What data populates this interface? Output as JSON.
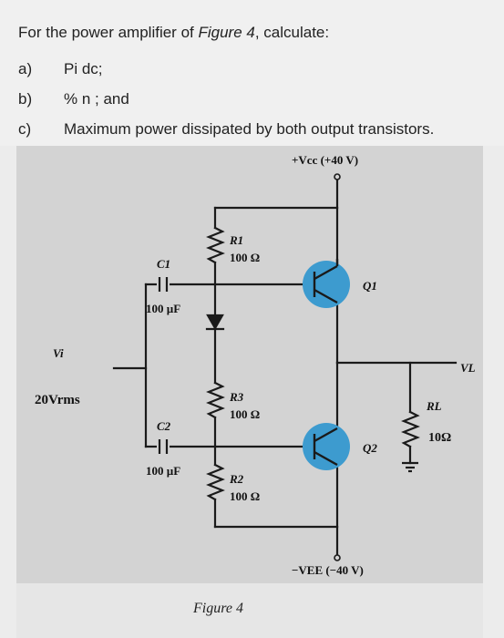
{
  "question": {
    "intro_pre": "For the power amplifier of ",
    "intro_fig": "Figure 4",
    "intro_post": ", calculate:",
    "items": [
      {
        "letter": "a)",
        "text": "Pi dc;"
      },
      {
        "letter": "b)",
        "text": "% n ; and"
      },
      {
        "letter": "c)",
        "text": "Maximum power dissipated by both output transistors."
      }
    ]
  },
  "figure": {
    "caption": "Figure 4",
    "vcc_label": "+Vcc (+40 V)",
    "vee_label": "−VEE (−40 V)",
    "vi_label": "Vi",
    "vin_value": "20Vrms",
    "vl_label": "VL",
    "c1": {
      "name": "C1",
      "value": "100 µF"
    },
    "c2": {
      "name": "C2",
      "value": "100 µF"
    },
    "r1": {
      "name": "R1",
      "value": "100 Ω"
    },
    "r3": {
      "name": "R3",
      "value": "100 Ω"
    },
    "r2": {
      "name": "R2",
      "value": "100 Ω"
    },
    "rl": {
      "name": "RL",
      "value": "10Ω"
    },
    "q1": "Q1",
    "q2": "Q2",
    "transistor_highlight": "#3d9bcf"
  }
}
